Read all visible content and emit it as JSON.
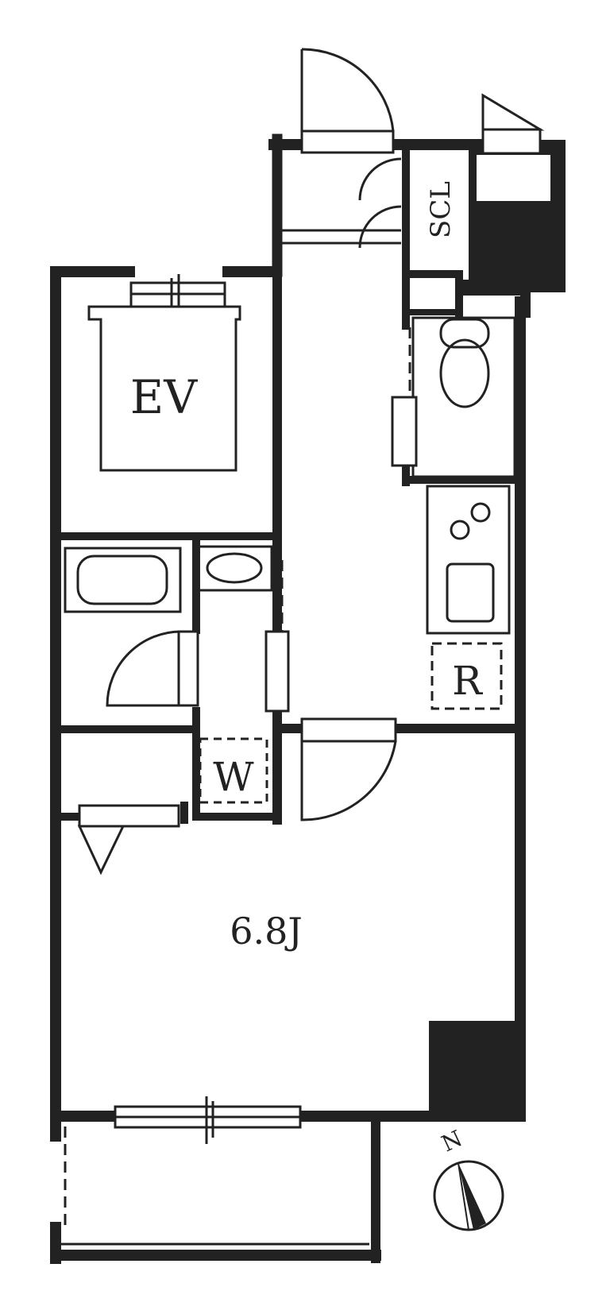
{
  "labels": {
    "scl": "SCL",
    "ev": "EV",
    "refrigerator": "R",
    "washer": "W",
    "room_size": "6.8J",
    "compass_north": "N"
  },
  "colors": {
    "wall": "#222222",
    "line": "#222222",
    "background": "#ffffff"
  }
}
